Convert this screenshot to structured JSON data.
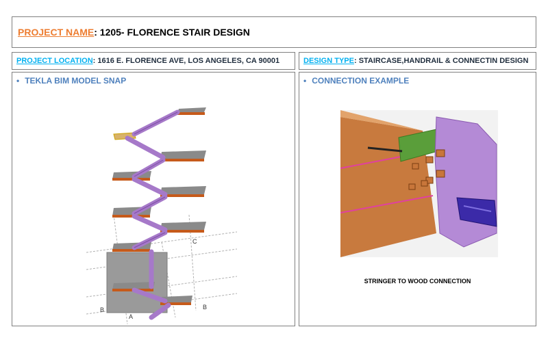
{
  "header": {
    "project_label": "PROJECT NAME",
    "project_value": " : 1205- FLORENCE STAIR DESIGN"
  },
  "location": {
    "label": "PROJECT LOCATION",
    "value": ":  1616 E. FLORENCE AVE, LOS ANGELES, CA 90001"
  },
  "design_type": {
    "label": "DESIGN TYPE",
    "value": ":  STAIRCASE,HANDRAIL & CONNECTIN DESIGN"
  },
  "left_panel": {
    "bullet": "•",
    "heading": "TEKLA BIM MODEL SNAP",
    "grid_labels": [
      "A",
      "B",
      "B",
      "C"
    ]
  },
  "right_panel": {
    "bullet": "•",
    "heading": "CONNECTION EXAMPLE",
    "caption": "STRINGER TO WOOD CONNECTION"
  }
}
